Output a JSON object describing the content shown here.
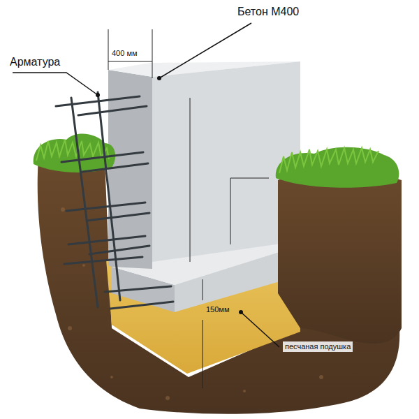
{
  "diagram": {
    "labels": [
      "Бетон М400",
      "Арматура",
      "400 мм",
      "150мм",
      "песчаная подушка"
    ]
  }
}
